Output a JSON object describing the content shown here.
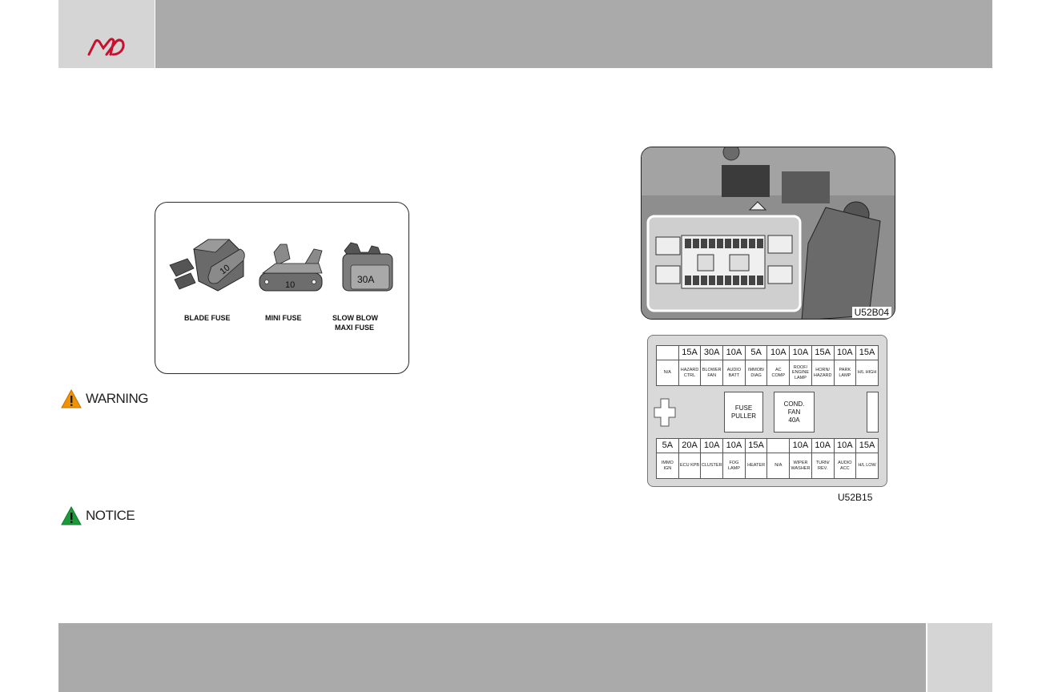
{
  "header": {
    "logo": "mahindra-logo"
  },
  "fuse_types": {
    "blade_number": "10",
    "mini_number": "10",
    "maxi_rating": "30A",
    "labels": {
      "blade": "BLADE FUSE",
      "mini": "MINI FUSE",
      "maxi_line1": "SLOW BLOW",
      "maxi_line2": "MAXI FUSE"
    }
  },
  "warning": {
    "text": "WARNING",
    "color": "#f39200"
  },
  "notice": {
    "text": "NOTICE",
    "color": "#1a9a3a"
  },
  "photo": {
    "code": "U52B04"
  },
  "panel": {
    "code": "U52B15",
    "top_row": [
      {
        "amp": "",
        "label": "N/A"
      },
      {
        "amp": "15A",
        "label": "HAZARD CTRL"
      },
      {
        "amp": "30A",
        "label": "BLOWER FAN"
      },
      {
        "amp": "10A",
        "label": "AUDIO BATT"
      },
      {
        "amp": "5A",
        "label": "IMMOB/ DIAG"
      },
      {
        "amp": "10A",
        "label": "AC COMP"
      },
      {
        "amp": "10A",
        "label": "ROOF/ ENGINE LAMP"
      },
      {
        "amp": "15A",
        "label": "HORN/ HAZARD"
      },
      {
        "amp": "10A",
        "label": "PARK LAMP"
      },
      {
        "amp": "15A",
        "label": "H/L HIGH"
      }
    ],
    "bottom_row": [
      {
        "amp": "5A",
        "label": "IMMO IGN"
      },
      {
        "amp": "20A",
        "label": "ECU KPB"
      },
      {
        "amp": "10A",
        "label": "CLUSTER"
      },
      {
        "amp": "10A",
        "label": "FOG LAMP"
      },
      {
        "amp": "15A",
        "label": "HEATER"
      },
      {
        "amp": "",
        "label": "N/A"
      },
      {
        "amp": "10A",
        "label": "WIPER WASHER"
      },
      {
        "amp": "10A",
        "label": "TURN/ REV."
      },
      {
        "amp": "10A",
        "label": "AUDIO ACC"
      },
      {
        "amp": "15A",
        "label": "H/L LOW"
      }
    ],
    "fuse_puller": {
      "line1": "FUSE",
      "line2": "PULLER"
    },
    "cond_fan": {
      "line1": "COND.",
      "line2": "FAN",
      "line3": "40A"
    }
  }
}
